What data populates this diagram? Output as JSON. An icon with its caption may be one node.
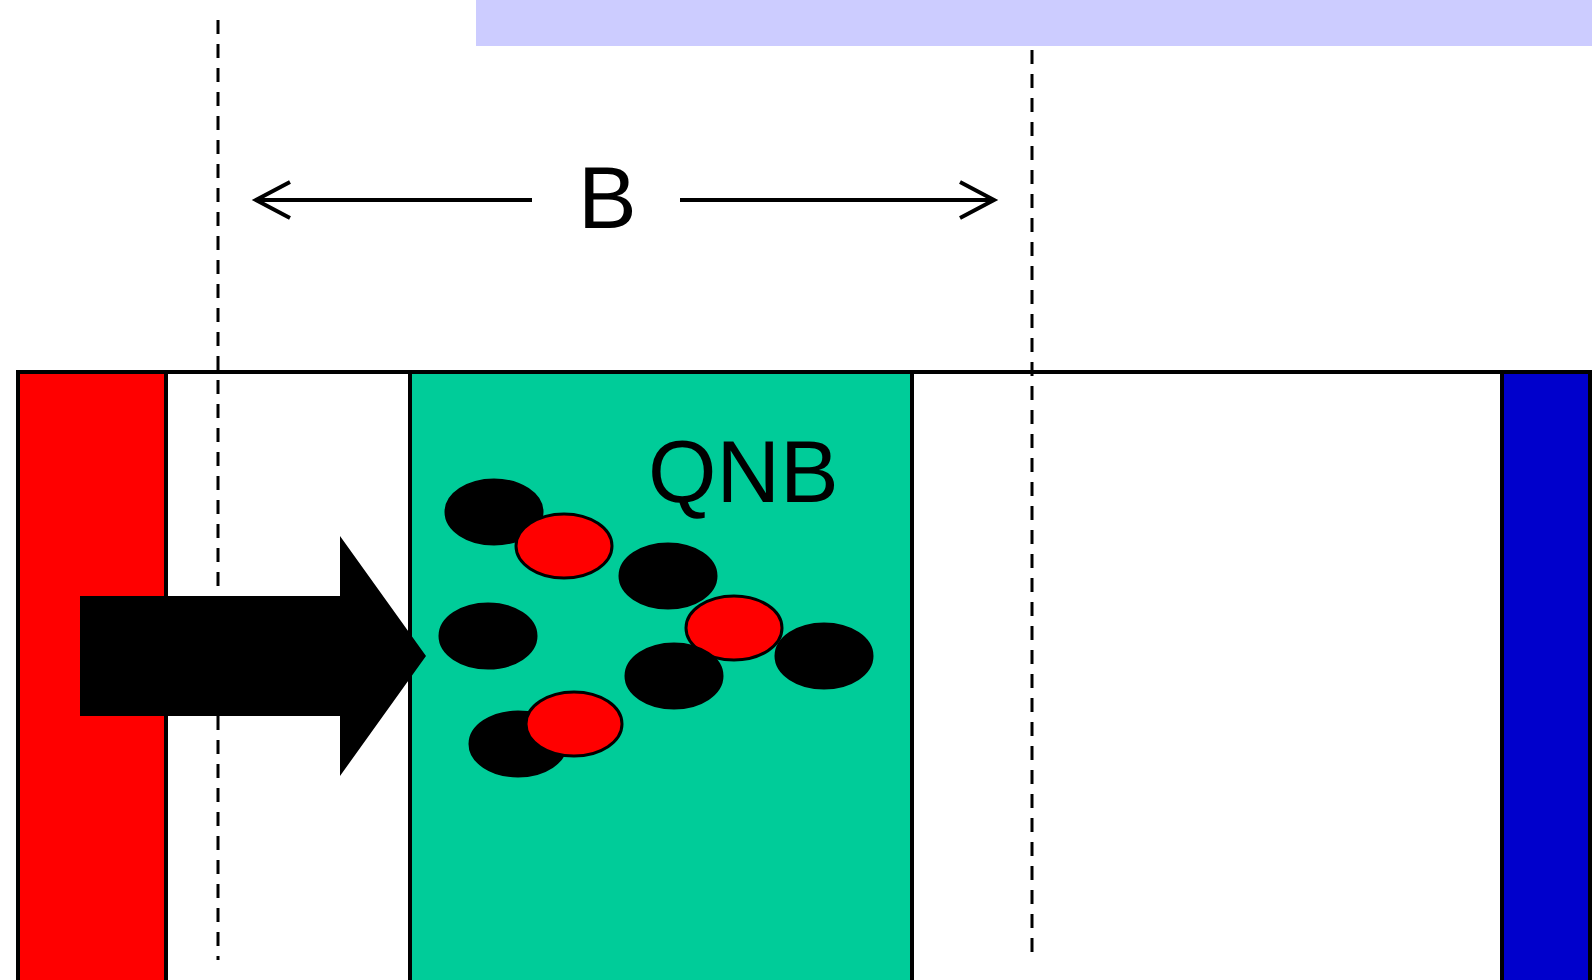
{
  "diagram": {
    "nodes": [
      {
        "text": [],
        "shape": "bar"
      },
      {
        "text": [],
        "shape": "bar"
      },
      {
        "text": [
          "QNB"
        ]
      },
      {
        "text": [],
        "shape": "bar"
      }
    ],
    "edges": [
      {
        "from": 1,
        "to": 2,
        "arrow": "to"
      }
    ],
    "labels": [
      "B"
    ]
  }
}
